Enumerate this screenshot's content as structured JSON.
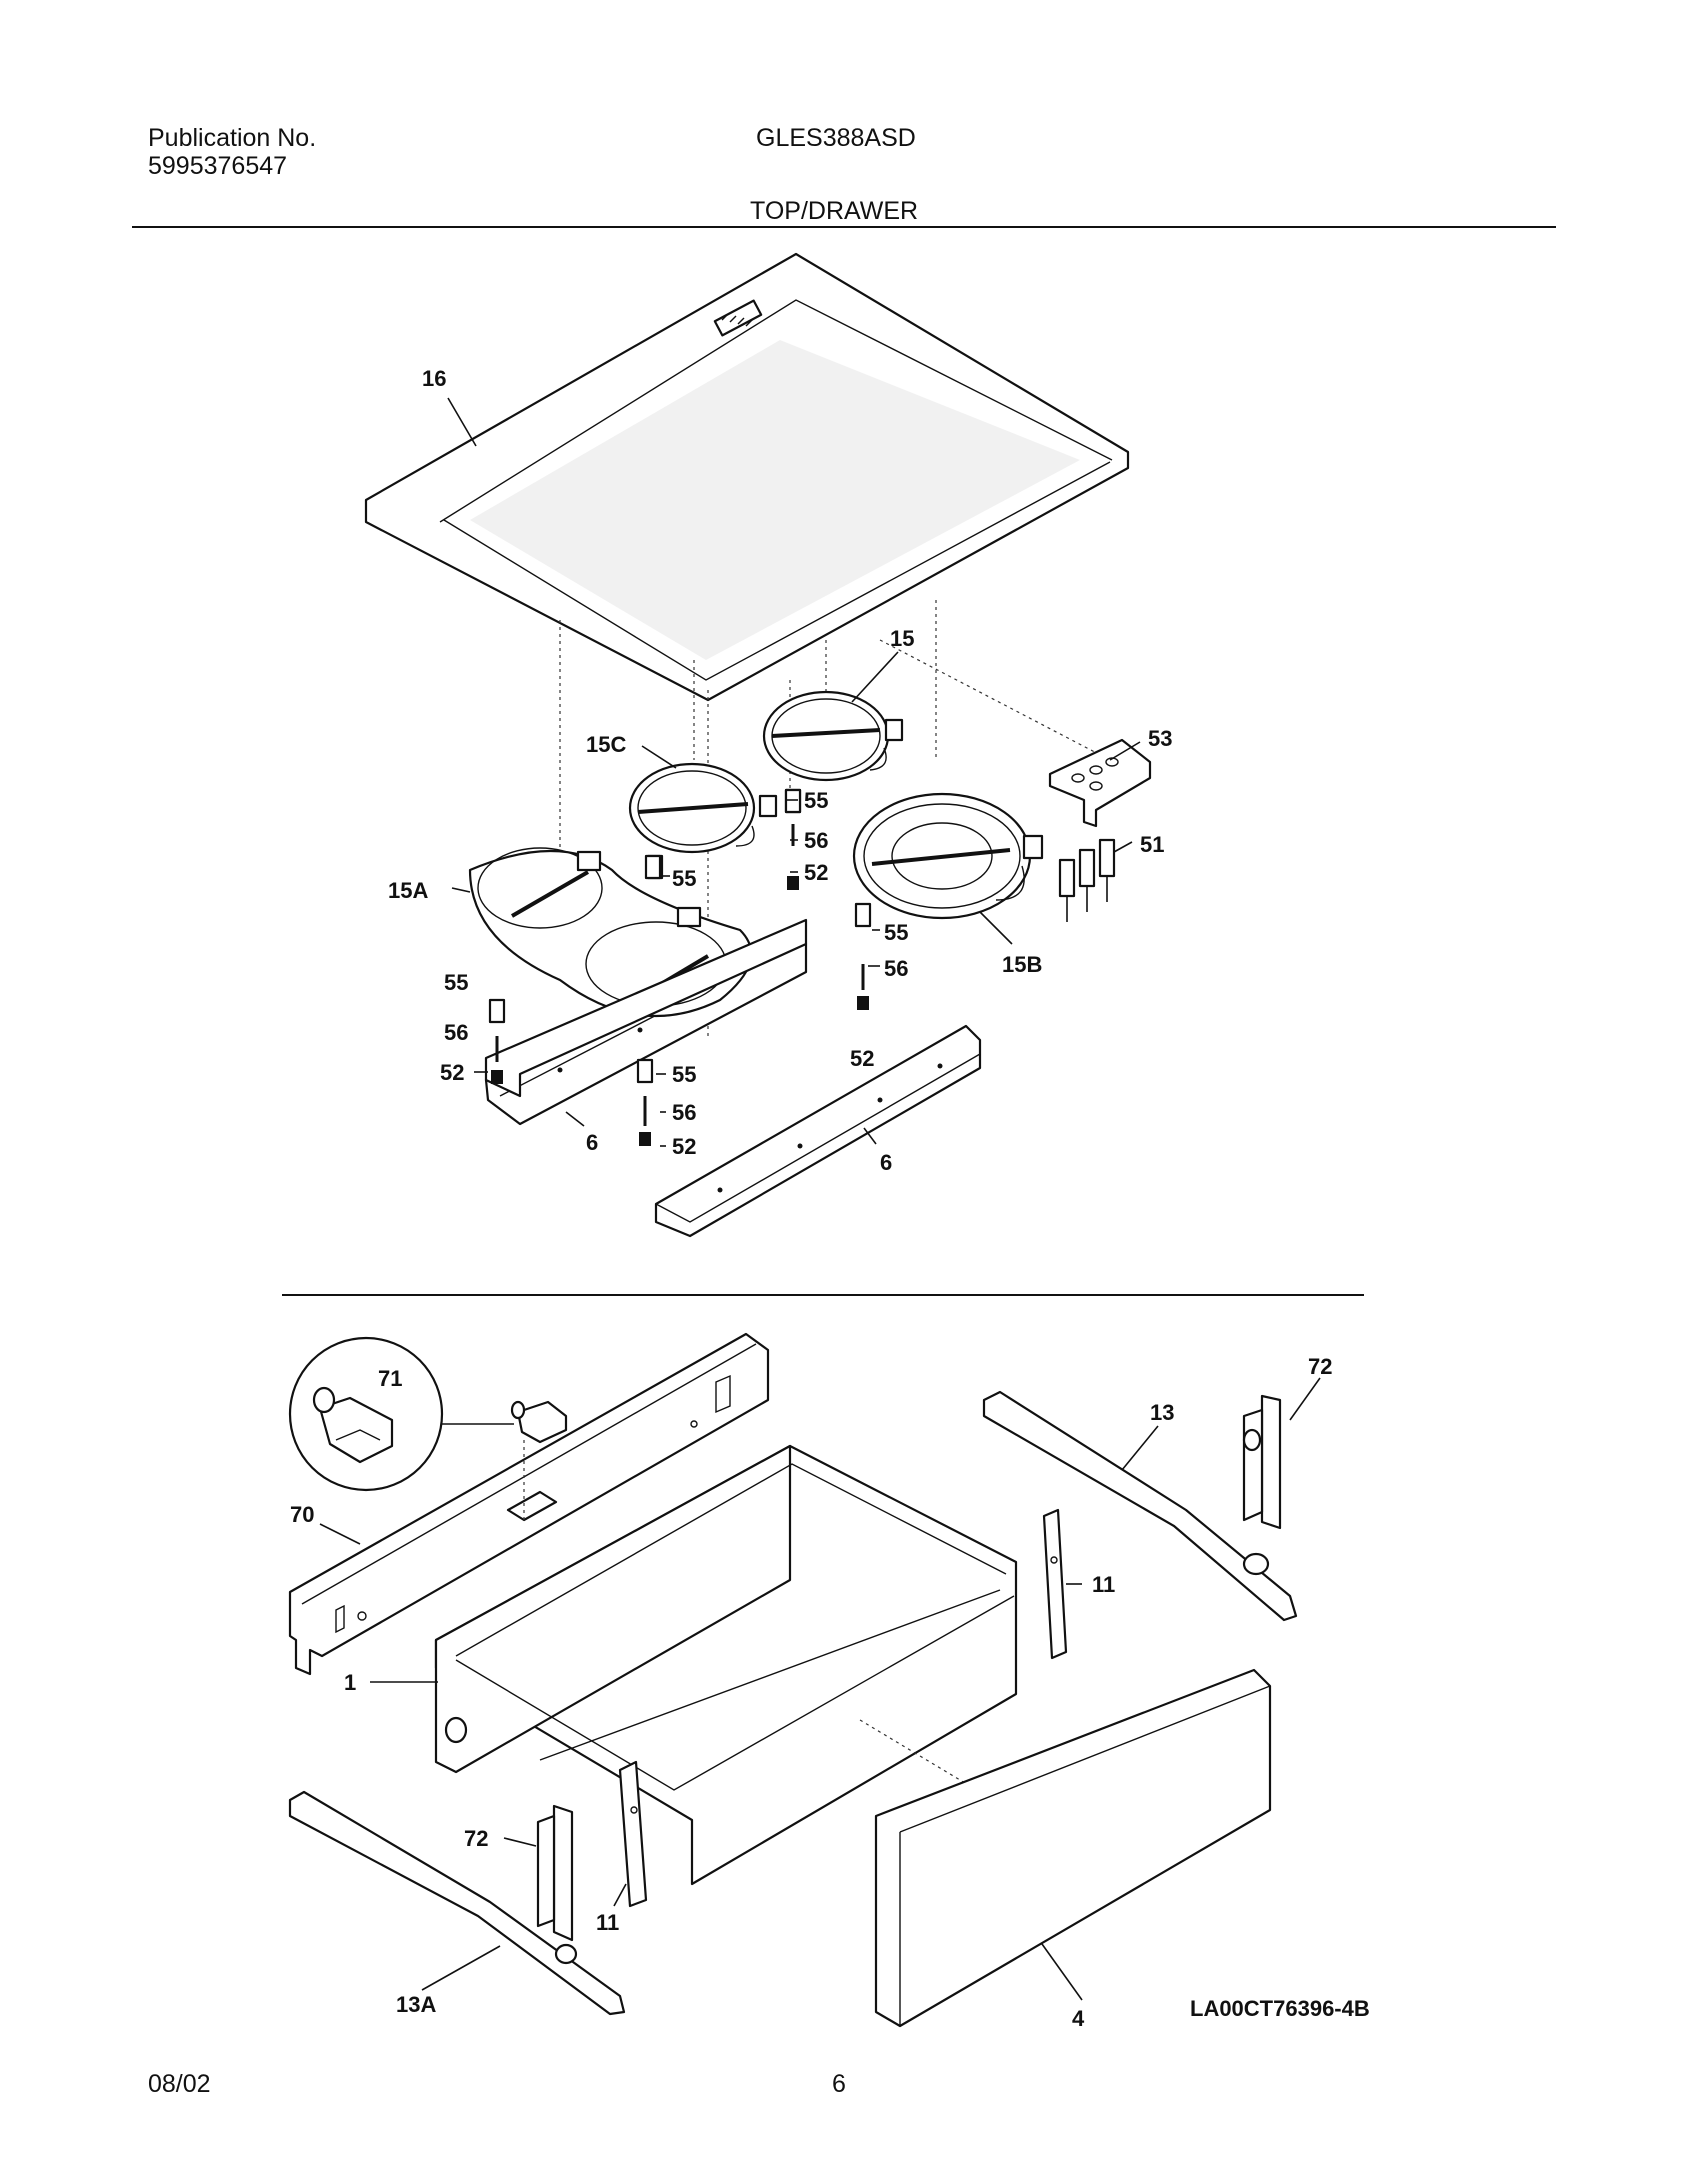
{
  "header": {
    "publication_label": "Publication No.",
    "publication_number": "5995376547",
    "model": "GLES388ASD",
    "section": "TOP/DRAWER"
  },
  "footer": {
    "date": "08/02",
    "page": "6",
    "drawing_code": "LA00CT76396-4B"
  },
  "callouts": {
    "c16": "16",
    "c15": "15",
    "c15c": "15C",
    "c53": "53",
    "c55a": "55",
    "c56a": "56",
    "c52a": "52",
    "c15a": "15A",
    "c55b": "55",
    "c51": "51",
    "c55c": "55",
    "c56c": "56",
    "c15b": "15B",
    "c55d": "55",
    "c56d": "56",
    "c52d": "52",
    "c55e": "55",
    "c56e": "56",
    "c52e": "52",
    "c6a": "6",
    "c6b": "6",
    "c52f": "52",
    "c71": "71",
    "c72a": "72",
    "c13": "13",
    "c70": "70",
    "c11a": "11",
    "c1": "1",
    "c72b": "72",
    "c11b": "11",
    "c13a": "13A",
    "c4": "4"
  }
}
